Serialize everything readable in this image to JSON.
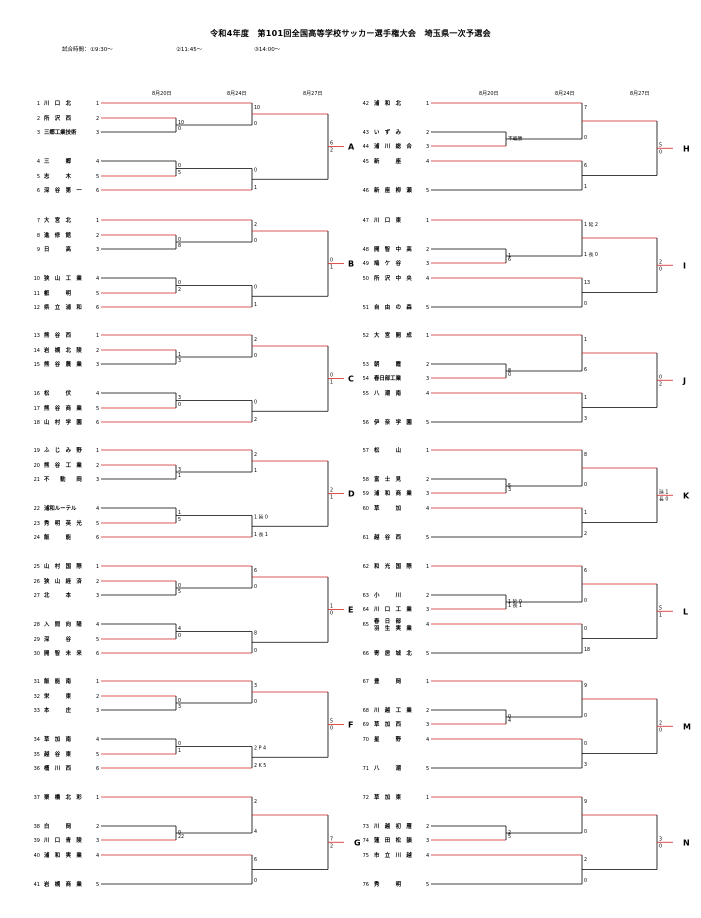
{
  "title": "令和4年度　第101回全国高等学校サッカー選手権大会　埼玉県一次予選会",
  "match_times": {
    "label": "試合時間：",
    "t1": "①9:30～",
    "t2": "②11:45～",
    "t3": "③14:00～"
  },
  "round_headers": {
    "left": [
      "8月20日",
      "8月24日",
      "8月27日"
    ],
    "right": [
      "8月20日",
      "8月24日",
      "8月27日"
    ]
  },
  "colors": {
    "winner_line": "#d42020",
    "line": "#000000"
  },
  "blocks": [
    {
      "label": "A",
      "side": "left",
      "teams": [
        {
          "no": "1",
          "name": "川　口　北",
          "seed": "1"
        },
        {
          "no": "2",
          "name": "所　沢　西",
          "seed": "2"
        },
        {
          "no": "3",
          "name": "三郷工業技術",
          "seed": "3"
        },
        {
          "no": "4",
          "name": "三　　　郷",
          "seed": "4"
        },
        {
          "no": "5",
          "name": "志　　　木",
          "seed": "5"
        },
        {
          "no": "6",
          "name": "深　谷　第　一",
          "seed": "6"
        }
      ],
      "scores": {
        "r1a": [
          "10",
          "0"
        ],
        "r1b": [
          "0",
          "5"
        ],
        "r2": [
          "10",
          "0",
          "0",
          "1"
        ],
        "final": [
          "6",
          "2"
        ]
      }
    },
    {
      "label": "B",
      "side": "left",
      "teams": [
        {
          "no": "7",
          "name": "大　宮　北",
          "seed": "1"
        },
        {
          "no": "8",
          "name": "進　修　館",
          "seed": "2"
        },
        {
          "no": "9",
          "name": "日　　　高",
          "seed": "3"
        },
        {
          "no": "10",
          "name": "狭　山　工　業",
          "seed": "4"
        },
        {
          "no": "11",
          "name": "叡　　　明",
          "seed": "5"
        },
        {
          "no": "12",
          "name": "県　立　浦　和",
          "seed": "6"
        }
      ],
      "scores": {
        "r1a": [
          "0",
          "8"
        ],
        "r1b": [
          "0",
          "2"
        ],
        "r2": [
          "2",
          "0",
          "0",
          "1"
        ],
        "final": [
          "0",
          "1"
        ]
      }
    },
    {
      "label": "C",
      "side": "left",
      "teams": [
        {
          "no": "13",
          "name": "熊　谷　西",
          "seed": "1"
        },
        {
          "no": "14",
          "name": "岩　槻　北　陵",
          "seed": "2"
        },
        {
          "no": "15",
          "name": "熊　谷　農　業",
          "seed": "3"
        },
        {
          "no": "16",
          "name": "松　　　伏",
          "seed": "4"
        },
        {
          "no": "17",
          "name": "熊　谷　商　業",
          "seed": "5"
        },
        {
          "no": "18",
          "name": "山　村　学　園",
          "seed": "6"
        }
      ],
      "scores": {
        "r1a": [
          "1",
          "3"
        ],
        "r1b": [
          "3",
          "0"
        ],
        "r2": [
          "2",
          "0",
          "0",
          "2"
        ],
        "final": [
          "0",
          "1"
        ]
      }
    },
    {
      "label": "D",
      "side": "left",
      "teams": [
        {
          "no": "19",
          "name": "ふ　じ　み　野",
          "seed": "1"
        },
        {
          "no": "20",
          "name": "熊　谷　工　業",
          "seed": "2"
        },
        {
          "no": "21",
          "name": "不　　動　　岡",
          "seed": "3"
        },
        {
          "no": "22",
          "name": "浦和ルーテル",
          "seed": "4"
        },
        {
          "no": "23",
          "name": "秀　明　英　光",
          "seed": "5"
        },
        {
          "no": "24",
          "name": "飯　　　能",
          "seed": "6"
        }
      ],
      "scores": {
        "r1a": [
          "3",
          "1"
        ],
        "r1b": [
          "1",
          "5"
        ],
        "r2": [
          "2",
          "1",
          "1 延 0",
          "1 長 1"
        ],
        "final": [
          "2",
          "1"
        ]
      }
    },
    {
      "label": "E",
      "side": "left",
      "teams": [
        {
          "no": "25",
          "name": "山　村　国　際",
          "seed": "1"
        },
        {
          "no": "26",
          "name": "狭　山　経　済",
          "seed": "2"
        },
        {
          "no": "27",
          "name": "北　　　本",
          "seed": "3"
        },
        {
          "no": "28",
          "name": "入　間　向　陽",
          "seed": "4"
        },
        {
          "no": "29",
          "name": "深　　　谷",
          "seed": "5"
        },
        {
          "no": "30",
          "name": "開　智　未　来",
          "seed": "6"
        }
      ],
      "scores": {
        "r1a": [
          "0",
          "5"
        ],
        "r1b": [
          "4",
          "0"
        ],
        "r2": [
          "6",
          "0",
          "8",
          "0"
        ],
        "final": [
          "1",
          "0"
        ]
      }
    },
    {
      "label": "F",
      "side": "left",
      "teams": [
        {
          "no": "31",
          "name": "飯　能　南",
          "seed": "1"
        },
        {
          "no": "32",
          "name": "栄　　　東",
          "seed": "2"
        },
        {
          "no": "33",
          "name": "本　　　庄",
          "seed": "3"
        },
        {
          "no": "34",
          "name": "草　加　南",
          "seed": "4"
        },
        {
          "no": "35",
          "name": "越　谷　東",
          "seed": "5"
        },
        {
          "no": "36",
          "name": "桶　川　西",
          "seed": "6"
        }
      ],
      "scores": {
        "r1a": [
          "0",
          "3"
        ],
        "r1b": [
          "0",
          "1"
        ],
        "r2": [
          "3",
          "0",
          "2 P 4",
          "2 K 5"
        ],
        "final": [
          "5",
          "0"
        ]
      }
    },
    {
      "label": "G",
      "side": "left",
      "teams": [
        {
          "no": "37",
          "name": "栗　橋　北　彩",
          "seed": "1"
        },
        {
          "no": "38",
          "name": "白　　　岡",
          "seed": "2"
        },
        {
          "no": "39",
          "name": "川　口　青　陵",
          "seed": "3"
        },
        {
          "no": "40",
          "name": "浦　和　実　業",
          "seed": "4"
        },
        {
          "no": "41",
          "name": "岩　槻　商　業",
          "seed": "5"
        }
      ],
      "scores": {
        "r1a": [
          "0",
          "22"
        ],
        "r2": [
          "2",
          "4",
          "6",
          "0"
        ],
        "final": [
          "7",
          "2"
        ]
      }
    },
    {
      "label": "H",
      "side": "right",
      "teams": [
        {
          "no": "42",
          "name": "浦　和　北",
          "seed": "1"
        },
        {
          "no": "43",
          "name": "い　ず　み",
          "seed": "2"
        },
        {
          "no": "44",
          "name": "浦　川　総　合",
          "seed": "3"
        },
        {
          "no": "45",
          "name": "新　　　座",
          "seed": "4"
        },
        {
          "no": "46",
          "name": "新　座　柳　瀬",
          "seed": "5"
        }
      ],
      "scores": {
        "r1a": [
          "不戦勝",
          ""
        ],
        "r2": [
          "7",
          "0",
          "6",
          "1"
        ],
        "final": [
          "5",
          "0"
        ]
      }
    },
    {
      "label": "I",
      "side": "right",
      "teams": [
        {
          "no": "47",
          "name": "川　口　東",
          "seed": "1"
        },
        {
          "no": "48",
          "name": "開　智　中　高",
          "seed": "2"
        },
        {
          "no": "49",
          "name": "鳩　ケ　谷",
          "seed": "3"
        },
        {
          "no": "50",
          "name": "所　沢　中　央",
          "seed": "4"
        },
        {
          "no": "51",
          "name": "自　由　の　森",
          "seed": "5"
        }
      ],
      "scores": {
        "r1a": [
          "1",
          "6"
        ],
        "r2": [
          "1 延 2",
          "1 長 0",
          "13",
          "0"
        ],
        "final": [
          "2",
          "0"
        ]
      }
    },
    {
      "label": "J",
      "side": "right",
      "teams": [
        {
          "no": "52",
          "name": "大　宮　開　成",
          "seed": "1"
        },
        {
          "no": "53",
          "name": "朝　　　霞",
          "seed": "2"
        },
        {
          "no": "54",
          "name": "春日部工業",
          "seed": "3"
        },
        {
          "no": "55",
          "name": "八　潮　南",
          "seed": "4"
        },
        {
          "no": "56",
          "name": "伊　奈　学　園",
          "seed": "5"
        }
      ],
      "scores": {
        "r1a": [
          "8",
          "0"
        ],
        "r2": [
          "1",
          "6",
          "1",
          "3"
        ],
        "final": [
          "0",
          "2"
        ]
      }
    },
    {
      "label": "K",
      "side": "right",
      "teams": [
        {
          "no": "57",
          "name": "松　　　山",
          "seed": "1"
        },
        {
          "no": "58",
          "name": "富　士　見",
          "seed": "2"
        },
        {
          "no": "59",
          "name": "浦　和　商　業",
          "seed": "3"
        },
        {
          "no": "60",
          "name": "草　　　加",
          "seed": "4"
        },
        {
          "no": "61",
          "name": "越　谷　西",
          "seed": "5"
        }
      ],
      "scores": {
        "r1a": [
          "5",
          "3"
        ],
        "r2": [
          "8",
          "0",
          "1",
          "2"
        ],
        "final": [
          "延 1",
          "長 0"
        ]
      }
    },
    {
      "label": "L",
      "side": "right",
      "teams": [
        {
          "no": "62",
          "name": "和　光　国　際",
          "seed": "1"
        },
        {
          "no": "63",
          "name": "小　　　川",
          "seed": "2"
        },
        {
          "no": "64",
          "name": "川　口　工　業",
          "seed": "3"
        },
        {
          "no": "65",
          "name": "春　日　部 / 羽　生　実　業",
          "seed": "4"
        },
        {
          "no": "66",
          "name": "寄　居　城　北",
          "seed": "5"
        }
      ],
      "scores": {
        "r1a": [
          "1 延 0",
          "1 長 1"
        ],
        "r2": [
          "6",
          "0",
          "0",
          "18"
        ],
        "final": [
          "5",
          "1"
        ]
      }
    },
    {
      "label": "M",
      "side": "right",
      "teams": [
        {
          "no": "67",
          "name": "豊　　　岡",
          "seed": "1"
        },
        {
          "no": "68",
          "name": "川　越　工　業",
          "seed": "2"
        },
        {
          "no": "69",
          "name": "草　加　西",
          "seed": "3"
        },
        {
          "no": "70",
          "name": "星　　　野",
          "seed": "4"
        },
        {
          "no": "71",
          "name": "八　　　潮",
          "seed": "5"
        }
      ],
      "scores": {
        "r1a": [
          "0",
          "4"
        ],
        "r2": [
          "9",
          "0",
          "0",
          "3"
        ],
        "final": [
          "2",
          "0"
        ]
      }
    },
    {
      "label": "N",
      "side": "right",
      "teams": [
        {
          "no": "72",
          "name": "草　加　東",
          "seed": "1"
        },
        {
          "no": "73",
          "name": "川　越　初　雁",
          "seed": "2"
        },
        {
          "no": "74",
          "name": "蓮　田　松　韻",
          "seed": "3"
        },
        {
          "no": "75",
          "name": "市　立　川　越",
          "seed": "4"
        },
        {
          "no": "76",
          "name": "秀　　　明",
          "seed": "5"
        }
      ],
      "scores": {
        "r1a": [
          "2",
          "5"
        ],
        "r2": [
          "9",
          "0",
          "2",
          "0"
        ],
        "final": [
          "3",
          "0"
        ]
      }
    }
  ]
}
